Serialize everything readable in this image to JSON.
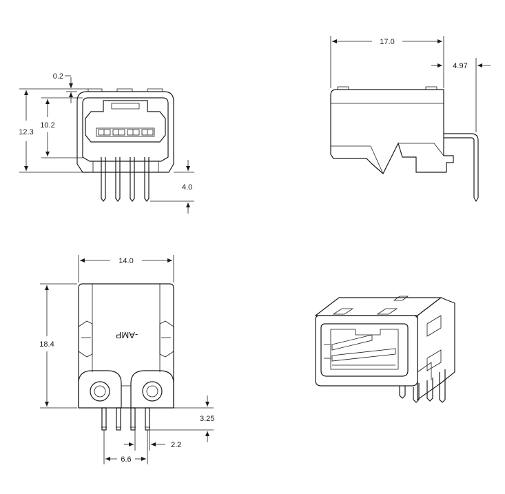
{
  "dimensions": {
    "gap_top": "0.2",
    "total_height": "12.3",
    "opening_height": "10.2",
    "pin_length_front": "4.0",
    "side_length": "17.0",
    "pin_offset": "4.97",
    "width": "14.0",
    "depth": "18.4",
    "pin_length_bottom": "3.25",
    "pin_pitch": "2.2",
    "pin_span": "6.6"
  },
  "brand_mark": "-AMP"
}
